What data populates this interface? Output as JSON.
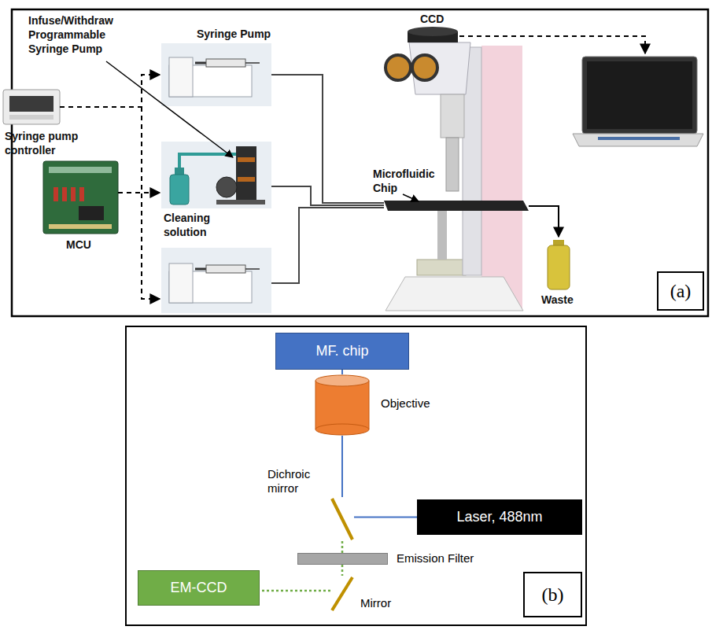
{
  "diagram": {
    "nodes": [
      {
        "text": [
          "(a)"
        ]
      },
      {
        "text": [
          "MF. chip"
        ]
      },
      {
        "text": [
          "Objective"
        ]
      },
      {
        "text": [
          "Dichroic mirror"
        ]
      },
      {
        "text": [
          "Laser, 488nm"
        ]
      },
      {
        "text": [
          "Emission Filter"
        ]
      },
      {
        "text": [
          "Mirror"
        ]
      },
      {
        "text": [
          "EM-CCD"
        ]
      },
      {
        "text": [
          "(b)"
        ]
      }
    ],
    "edges": [
      {
        "from": 1,
        "to": 2,
        "arrow": "none"
      },
      {
        "from": 2,
        "to": 3,
        "arrow": "none"
      },
      {
        "from": 4,
        "to": 3,
        "arrow": "none"
      },
      {
        "from": 3,
        "to": 5,
        "arrow": "none"
      },
      {
        "from": 5,
        "to": 6,
        "arrow": "none"
      },
      {
        "from": 6,
        "to": 7,
        "arrow": "none"
      }
    ],
    "labels": [
      "Infuse/Withdraw Programmable Syringe Pump",
      "Syringe Pump",
      "Syringe pump controller",
      "MCU",
      "Cleaning solution",
      "CCD",
      "Microfluidic Chip",
      "Waste"
    ]
  }
}
